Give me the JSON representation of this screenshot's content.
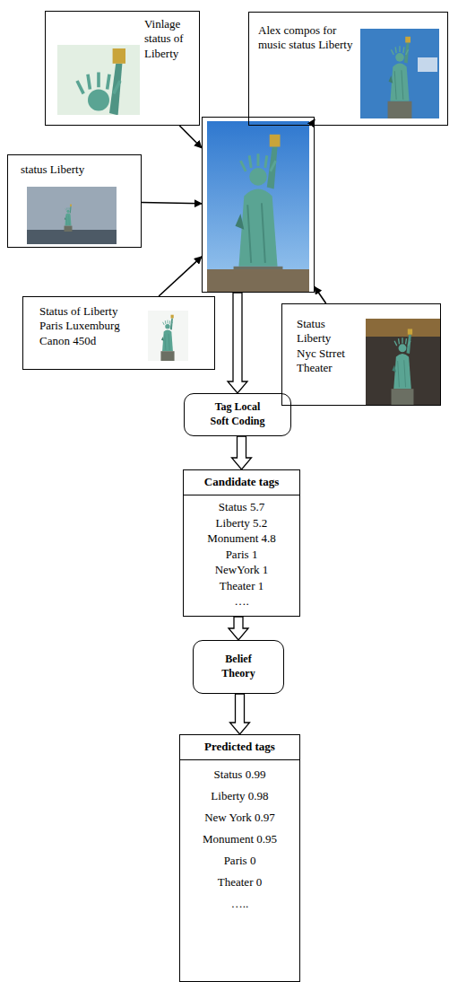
{
  "diagram": {
    "nodes": [
      {
        "text": [
          "Vinlage status of Liberty"
        ]
      },
      {
        "text": [
          "Alex compos for music status Liberty"
        ]
      },
      {
        "text": [
          "status Liberty"
        ]
      },
      {
        "text": [
          "Status of Liberty Paris Luxemburg Canon 450d"
        ]
      },
      {
        "text": [
          "Status Liberty Nyc Strret Theater"
        ]
      },
      {
        "text": []
      },
      {
        "text": [
          "Tag Local Soft Coding"
        ]
      },
      {
        "text": [
          "Candidate tags",
          "Status 5.7",
          "Liberty 5.2",
          "Monument 4.8",
          "Paris 1",
          "NewYork 1",
          "Theater 1",
          "…."
        ]
      },
      {
        "text": [
          "Belief Theory"
        ]
      },
      {
        "text": [
          "Predicted tags",
          "Status 0.99",
          "Liberty 0.98",
          "New York 0.97",
          "Monument 0.95",
          "Paris 0",
          "Theater 0",
          "….."
        ]
      }
    ],
    "edges": [
      {
        "from": 0,
        "to": 5,
        "arrow": "to"
      },
      {
        "from": 1,
        "to": 5,
        "arrow": "to"
      },
      {
        "from": 2,
        "to": 5,
        "arrow": "to"
      },
      {
        "from": 3,
        "to": 5,
        "arrow": "to"
      },
      {
        "from": 4,
        "to": 5,
        "arrow": "to"
      },
      {
        "from": 5,
        "to": 6,
        "arrow": "to"
      },
      {
        "from": 6,
        "to": 7,
        "arrow": "to"
      },
      {
        "from": 7,
        "to": 8,
        "arrow": "to"
      },
      {
        "from": 8,
        "to": 9,
        "arrow": "to"
      }
    ]
  }
}
